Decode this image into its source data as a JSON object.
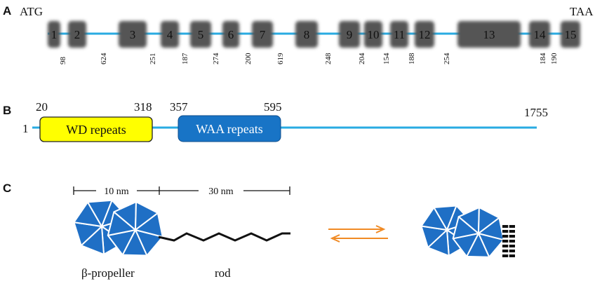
{
  "panels": {
    "a": "A",
    "b": "B",
    "c": "C"
  },
  "colors": {
    "line": "#29ABE2",
    "exon": "#555555",
    "wd_fill": "#FFFF00",
    "waa_fill": "#1874C6",
    "propeller": "#1F6FC5",
    "arrow": "#F08A24",
    "text": "#111111"
  },
  "gene": {
    "start_label": "ATG",
    "end_label": "TAA",
    "exons": [
      "1",
      "2",
      "3",
      "4",
      "5",
      "6",
      "7",
      "8",
      "9",
      "10",
      "11",
      "12",
      "13",
      "14",
      "15"
    ],
    "introns": [
      "98",
      "624",
      "251",
      "187",
      "274",
      "200",
      "619",
      "248",
      "204",
      "154",
      "188",
      "254",
      "184",
      "190"
    ]
  },
  "protein": {
    "start": "1",
    "end": "1755",
    "domains": [
      {
        "name": "WD repeats",
        "start": "20",
        "end": "318"
      },
      {
        "name": "WAA repeats",
        "start": "357",
        "end": "595"
      }
    ]
  },
  "structure": {
    "scale_propeller": "10 nm",
    "scale_rod": "30 nm",
    "label_propeller": "β-propeller",
    "label_rod": "rod"
  }
}
